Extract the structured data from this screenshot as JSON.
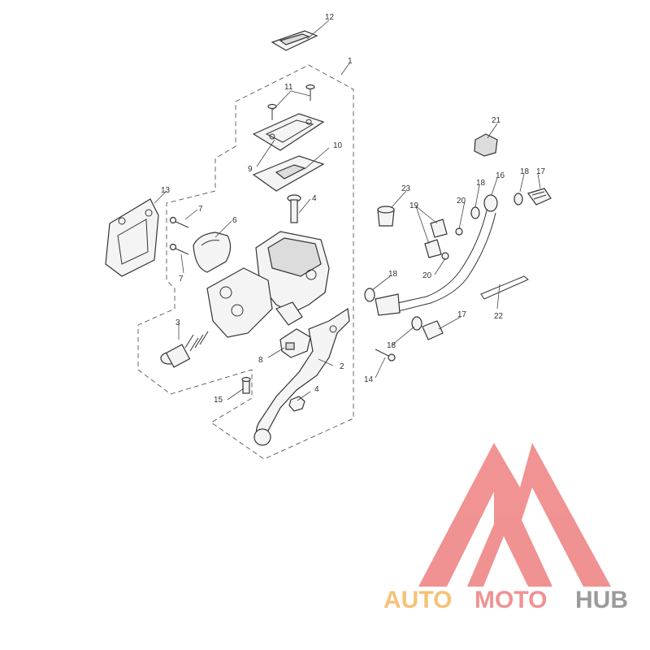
{
  "callouts": {
    "c1": "1",
    "c2": "2",
    "c3": "3",
    "c4a": "4",
    "c4b": "4",
    "c6": "6",
    "c7a": "7",
    "c7b": "7",
    "c8": "8",
    "c9": "9",
    "c10": "10",
    "c11": "11",
    "c12": "12",
    "c13": "13",
    "c14": "14",
    "c15": "15",
    "c16": "16",
    "c17a": "17",
    "c17b": "17",
    "c18a": "18",
    "c18b": "18",
    "c18c": "18",
    "c18d": "18",
    "c19": "19",
    "c20a": "20",
    "c20b": "20",
    "c21": "21",
    "c22": "22",
    "c23": "23"
  },
  "watermark": {
    "word_auto": "AUTO",
    "word_moto": "MOTO",
    "word_hub": "HUB",
    "color_auto": "#F4B860",
    "color_moto": "#EE8080",
    "color_hub": "#8A8A8A",
    "logo_color": "#EE8080"
  }
}
